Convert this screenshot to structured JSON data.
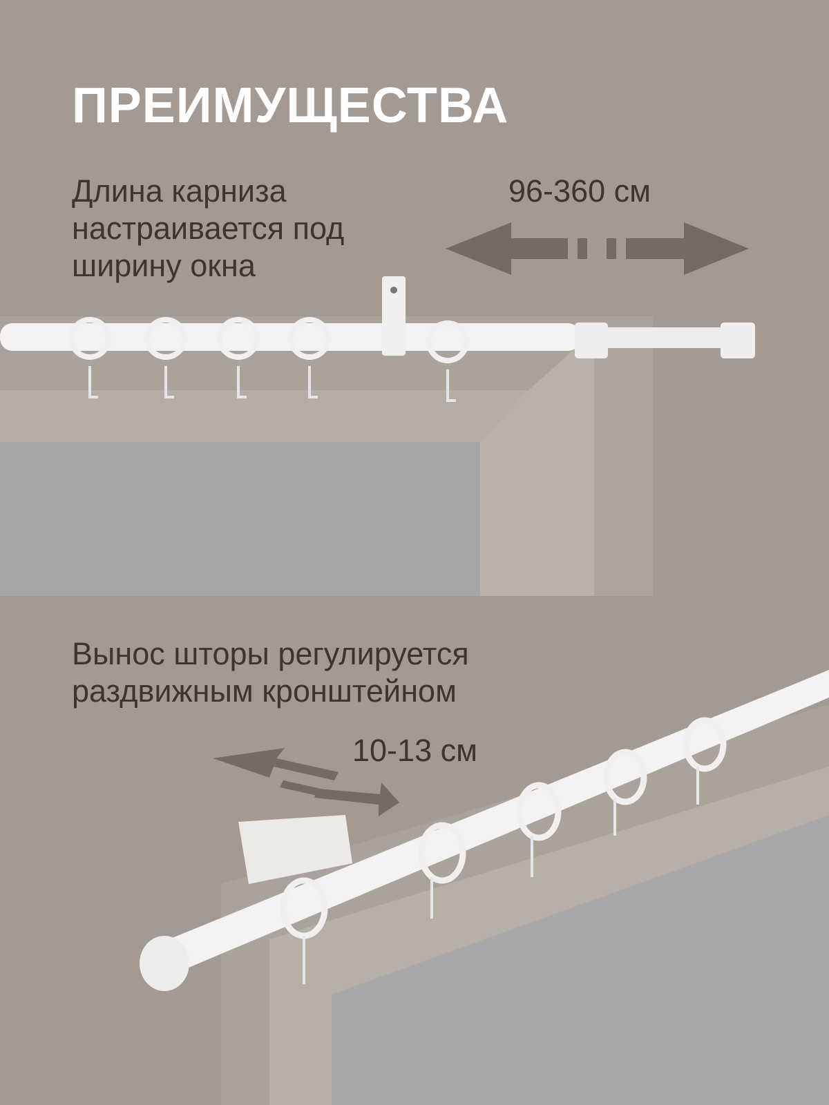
{
  "title": "ПРЕИМУЩЕСТВА",
  "feature1": {
    "lines": [
      "Длина карниза",
      "настраивается под",
      "ширину окна"
    ],
    "range": "96-360 см"
  },
  "feature2": {
    "lines": [
      "Вынос шторы регулируется",
      "раздвижным кронштейном"
    ],
    "range": "10-13 см"
  },
  "colors": {
    "background": "#a39b93",
    "arrow": "#736c64",
    "text": "#3b3632",
    "rod": "#f4f3f1"
  }
}
